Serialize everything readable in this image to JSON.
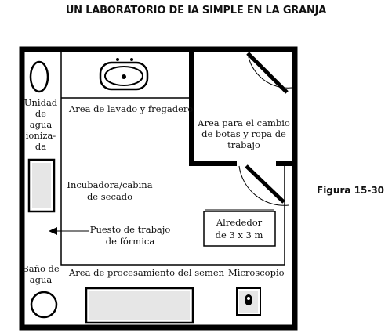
{
  "title": "UN LABORATORIO DE IA SIMPLE EN LA GRANJA",
  "caption": "Figura 15-30",
  "labels": {
    "water_unit": [
      "Unidad",
      "de",
      "agua",
      "ioniza-",
      "da"
    ],
    "washing_area": "Area de lavado y fregadero",
    "boot_area": [
      "Area para el cambio",
      "de botas y ropa de",
      "trabajo"
    ],
    "incubator": [
      "Incubadora/cabina",
      "de secado"
    ],
    "workstation": [
      "Puesto de trabajo",
      "de fórmica"
    ],
    "dimensions": [
      "Alrededor",
      "de 3 x 3 m"
    ],
    "water_bath": [
      "Baño de",
      "agua"
    ],
    "semen_area": "Area de procesamiento del semen",
    "microscope": "Microscopio"
  }
}
